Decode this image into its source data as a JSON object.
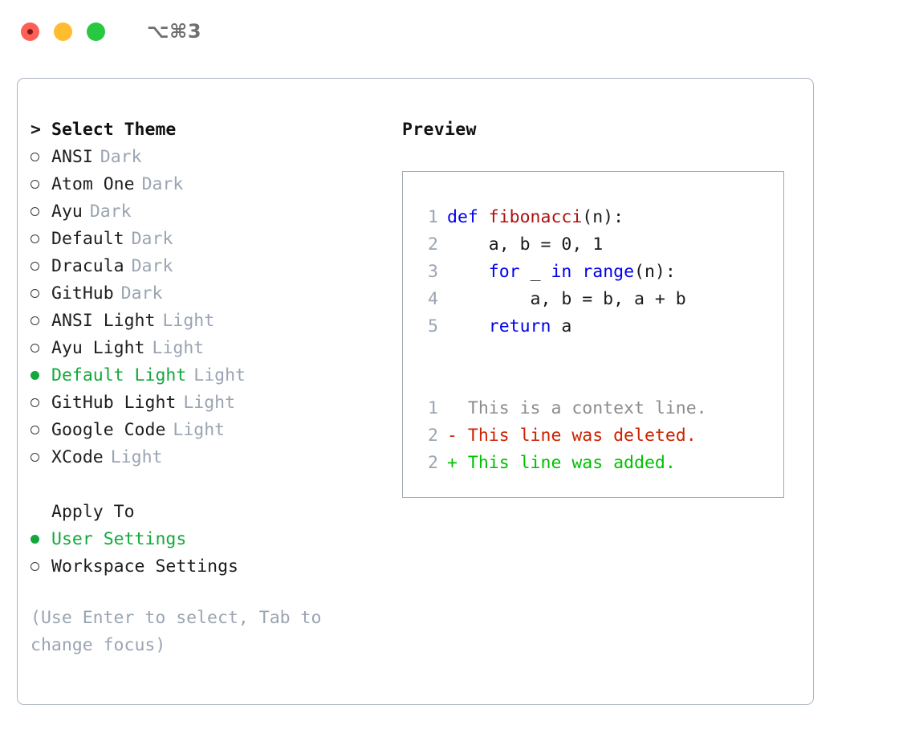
{
  "window": {
    "shortcut": "⌥⌘3",
    "traffic_lights": [
      {
        "name": "close",
        "color": "#ff5f57"
      },
      {
        "name": "minimize",
        "color": "#febc2e"
      },
      {
        "name": "maximize",
        "color": "#28c840"
      }
    ]
  },
  "theme_picker": {
    "header_marker": ">",
    "header_label": "Select Theme",
    "items": [
      {
        "marker": "○",
        "selected": false,
        "label": "ANSI",
        "variant": "Dark"
      },
      {
        "marker": "○",
        "selected": false,
        "label": "Atom One",
        "variant": "Dark"
      },
      {
        "marker": "○",
        "selected": false,
        "label": "Ayu",
        "variant": "Dark"
      },
      {
        "marker": "○",
        "selected": false,
        "label": "Default",
        "variant": "Dark"
      },
      {
        "marker": "○",
        "selected": false,
        "label": "Dracula",
        "variant": "Dark"
      },
      {
        "marker": "○",
        "selected": false,
        "label": "GitHub",
        "variant": "Dark"
      },
      {
        "marker": "○",
        "selected": false,
        "label": "ANSI Light",
        "variant": "Light"
      },
      {
        "marker": "○",
        "selected": false,
        "label": "Ayu Light",
        "variant": "Light"
      },
      {
        "marker": "●",
        "selected": true,
        "label": "Default Light",
        "variant": "Light"
      },
      {
        "marker": "○",
        "selected": false,
        "label": "GitHub Light",
        "variant": "Light"
      },
      {
        "marker": "○",
        "selected": false,
        "label": "Google Code",
        "variant": "Light"
      },
      {
        "marker": "○",
        "selected": false,
        "label": "XCode",
        "variant": "Light"
      }
    ]
  },
  "apply_to": {
    "title": "Apply To",
    "options": [
      {
        "marker": "●",
        "selected": true,
        "label": "User Settings"
      },
      {
        "marker": "○",
        "selected": false,
        "label": "Workspace Settings"
      }
    ]
  },
  "hint": "(Use Enter to select, Tab to change focus)",
  "preview": {
    "title": "Preview",
    "code_lines": [
      {
        "lineno": "1",
        "tokens": [
          {
            "text": "def ",
            "kind": "kw"
          },
          {
            "text": "fibonacci",
            "kind": "fn"
          },
          {
            "text": "(n):",
            "kind": "plain"
          }
        ]
      },
      {
        "lineno": "2",
        "tokens": [
          {
            "text": "    a, b = 0, 1",
            "kind": "plain"
          }
        ]
      },
      {
        "lineno": "3",
        "tokens": [
          {
            "text": "    ",
            "kind": "plain"
          },
          {
            "text": "for",
            "kind": "kw"
          },
          {
            "text": " _ ",
            "kind": "plain"
          },
          {
            "text": "in",
            "kind": "kw"
          },
          {
            "text": " ",
            "kind": "plain"
          },
          {
            "text": "range",
            "kind": "kw"
          },
          {
            "text": "(n):",
            "kind": "plain"
          }
        ]
      },
      {
        "lineno": "4",
        "tokens": [
          {
            "text": "        a, b = b, a + b",
            "kind": "plain"
          }
        ]
      },
      {
        "lineno": "5",
        "tokens": [
          {
            "text": "    ",
            "kind": "plain"
          },
          {
            "text": "return",
            "kind": "kw"
          },
          {
            "text": " a",
            "kind": "plain"
          }
        ]
      }
    ],
    "diff_lines": [
      {
        "lineno": "1",
        "kind": "ctx",
        "text": "  This is a context line."
      },
      {
        "lineno": "2",
        "kind": "del",
        "text": "- This line was deleted."
      },
      {
        "lineno": "2",
        "kind": "add",
        "text": "+ This line was added."
      }
    ]
  },
  "colors": {
    "accent_green": "#14a83c",
    "diff_add_green": "#00c000",
    "diff_del_red": "#cc2200",
    "keyword_blue": "#0000ee",
    "function_red": "#b00f0f",
    "muted": "#9aa4b2",
    "border": "#9daab8"
  }
}
